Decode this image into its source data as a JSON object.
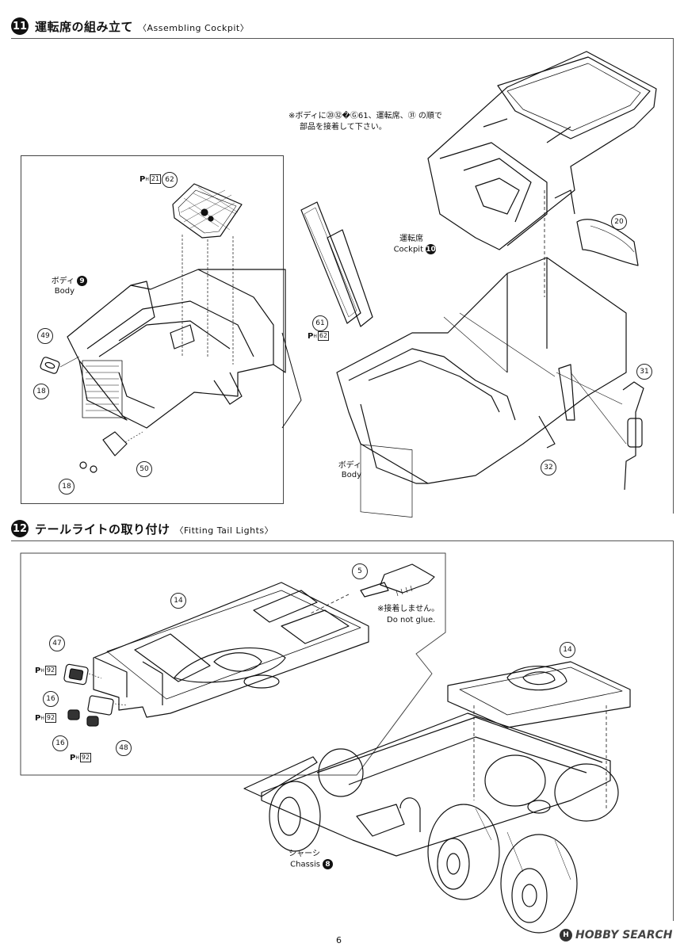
{
  "step11": {
    "number": "11",
    "title": "運転席の組み立て",
    "subtitle": "〈Assembling Cockpit〉",
    "note_line1": "※ボディに⑳㉜�Ⓖ61、運転席、㉛ の順で",
    "note_line2": "部品を接着して下さい。",
    "labels": {
      "body_jp_left": "ボディ",
      "body_en_left": "Body",
      "body_badge_left": "9",
      "cockpit_jp": "運転席",
      "cockpit_en": "Cockpit",
      "cockpit_badge": "10",
      "body_jp_right": "ボディ",
      "body_en_right": "Body"
    },
    "parts": {
      "p62": "62",
      "ph21": "21",
      "p49": "49",
      "p18a": "18",
      "p18b": "18",
      "p50": "50",
      "p61": "61",
      "ph62": "62",
      "p20": "20",
      "p31": "31",
      "p32": "32"
    }
  },
  "step12": {
    "number": "12",
    "title": "テールライトの取り付け",
    "subtitle": "〈Fitting Tail Lights〉",
    "note_jp": "※接着しません。",
    "note_en": "Do not glue.",
    "labels": {
      "chassis_jp": "シャーシ",
      "chassis_en": "Chassis",
      "chassis_badge": "8"
    },
    "parts": {
      "p5": "5",
      "p14a": "14",
      "p14b": "14",
      "p47": "47",
      "ph92a": "92",
      "p16a": "16",
      "ph92b": "92",
      "p16b": "16",
      "p48": "48",
      "ph92c": "92"
    }
  },
  "ph_prefix": "P",
  "ph_h": "H",
  "footer": {
    "page": "6",
    "watermark_logo": "H",
    "watermark_brand": "HOBBY SEARCH"
  }
}
